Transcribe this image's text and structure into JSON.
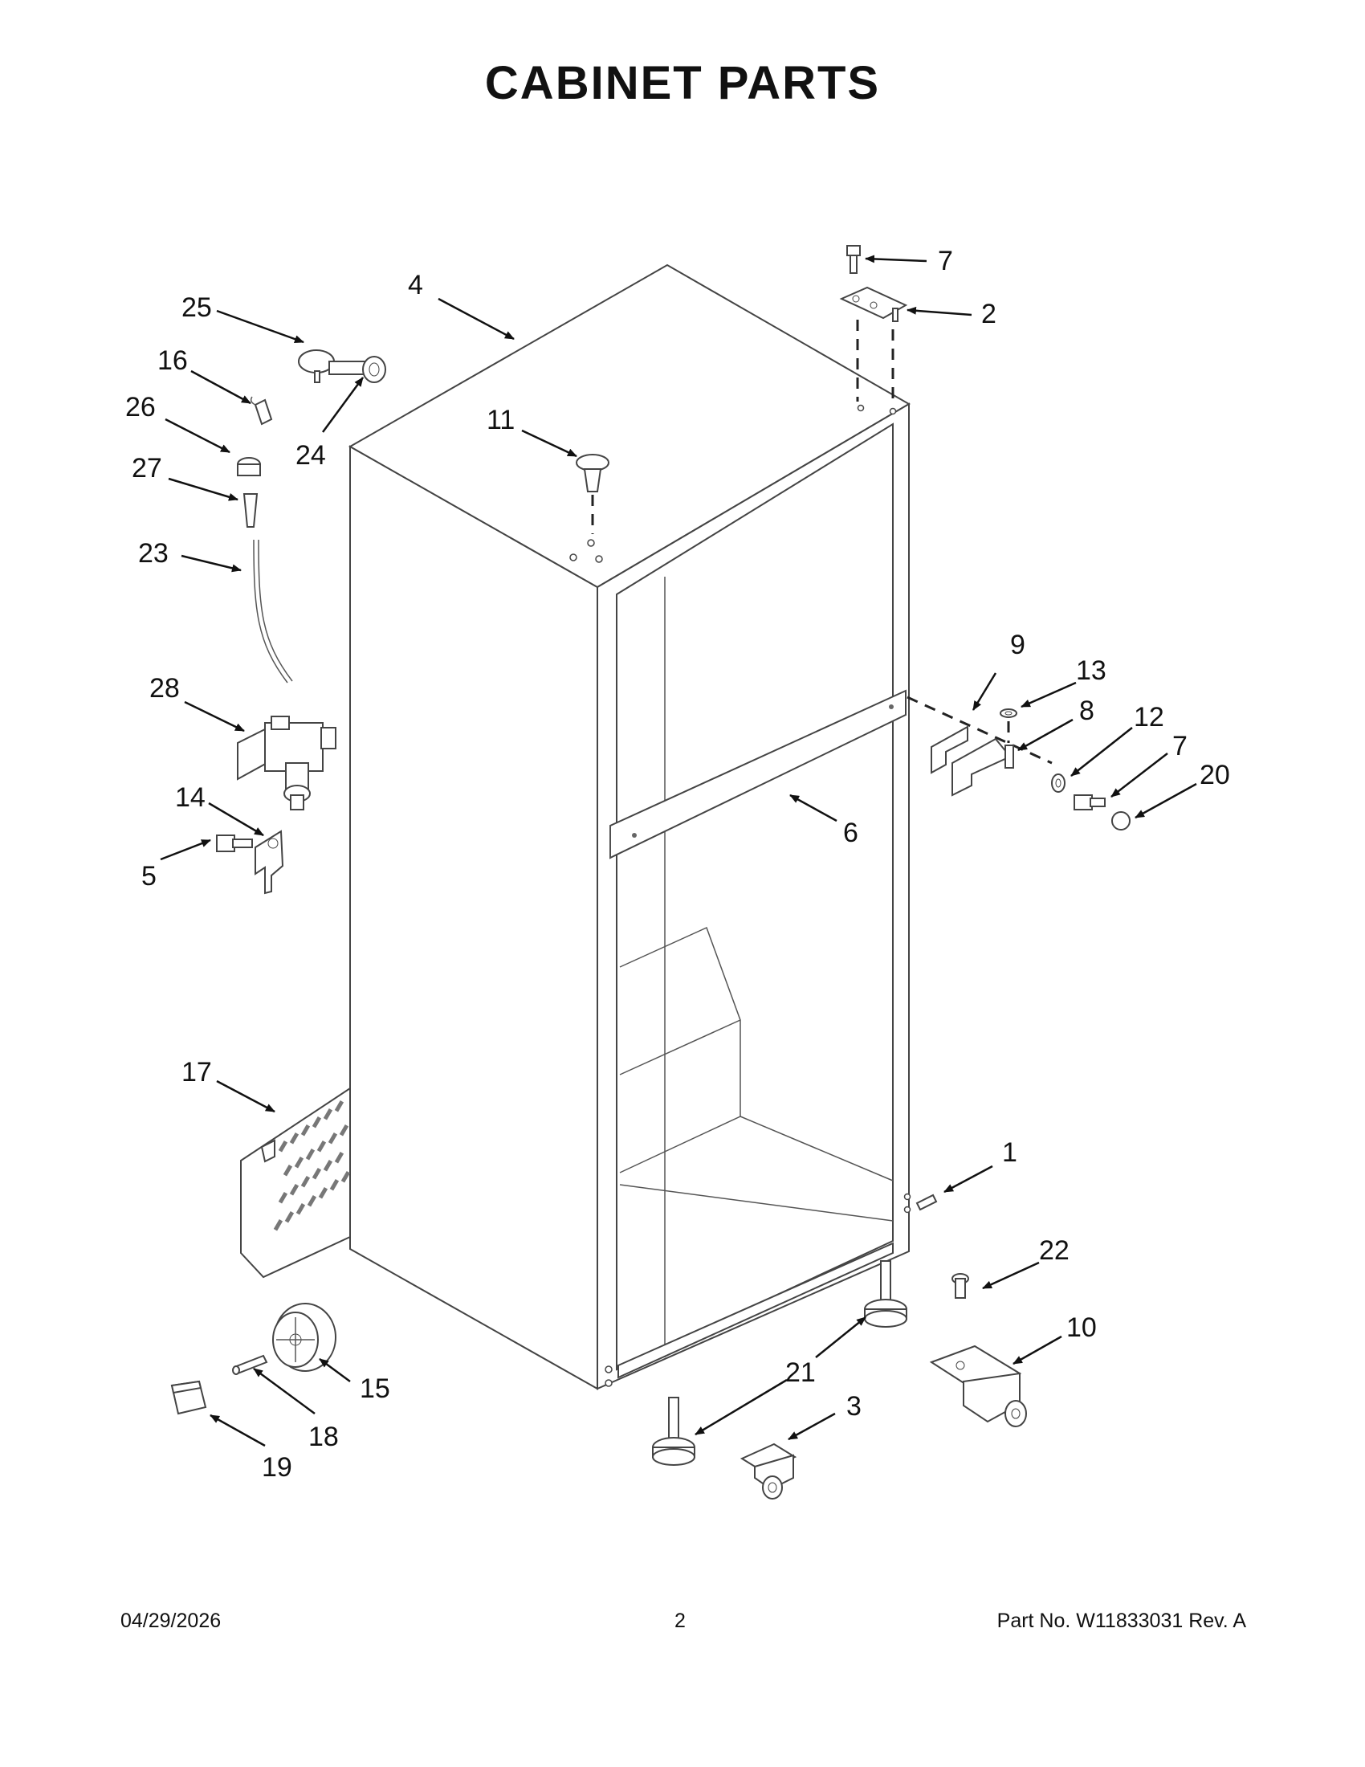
{
  "page": {
    "title": "CABINET PARTS",
    "footer": {
      "date": "04/29/2026",
      "page_number": "2",
      "part_number": "Part No.  W11833031   Rev.  A"
    }
  },
  "callouts": [
    {
      "id": "c1",
      "label": "1"
    },
    {
      "id": "c2",
      "label": "2"
    },
    {
      "id": "c3",
      "label": "3"
    },
    {
      "id": "c4",
      "label": "4"
    },
    {
      "id": "c5",
      "label": "5"
    },
    {
      "id": "c6",
      "label": "6"
    },
    {
      "id": "c7a",
      "label": "7"
    },
    {
      "id": "c7b",
      "label": "7"
    },
    {
      "id": "c8",
      "label": "8"
    },
    {
      "id": "c9",
      "label": "9"
    },
    {
      "id": "c10",
      "label": "10"
    },
    {
      "id": "c11",
      "label": "11"
    },
    {
      "id": "c12",
      "label": "12"
    },
    {
      "id": "c13",
      "label": "13"
    },
    {
      "id": "c14",
      "label": "14"
    },
    {
      "id": "c15",
      "label": "15"
    },
    {
      "id": "c16",
      "label": "16"
    },
    {
      "id": "c17",
      "label": "17"
    },
    {
      "id": "c18",
      "label": "18"
    },
    {
      "id": "c19",
      "label": "19"
    },
    {
      "id": "c20",
      "label": "20"
    },
    {
      "id": "c21",
      "label": "21"
    },
    {
      "id": "c22",
      "label": "22"
    },
    {
      "id": "c23",
      "label": "23"
    },
    {
      "id": "c24",
      "label": "24"
    },
    {
      "id": "c25",
      "label": "25"
    },
    {
      "id": "c26",
      "label": "26"
    },
    {
      "id": "c27",
      "label": "27"
    },
    {
      "id": "c28",
      "label": "28"
    }
  ]
}
